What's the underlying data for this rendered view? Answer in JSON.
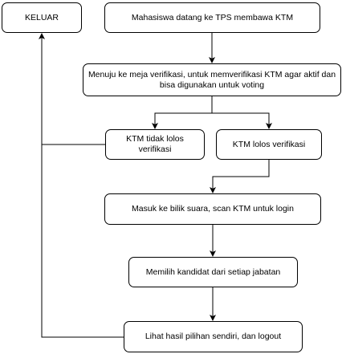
{
  "nodes": {
    "keluar": "KELUAR",
    "datang": "Mahasiswa datang ke TPS membawa KTM",
    "menuju": "Menuju ke meja verifikasi, untuk memverifikasi KTM agar aktif dan bisa digunakan untuk voting",
    "tidak_lolos": "KTM tidak lolos verifikasi",
    "lolos": "KTM lolos verifikasi",
    "bilik": "Masuk ke bilik suara, scan KTM untuk login",
    "pilih": "Memilih kandidat dari setiap jabatan",
    "hasil": "Lihat hasil pilihan sendiri, dan logout"
  },
  "edges": [
    {
      "from": "datang",
      "to": "menuju"
    },
    {
      "from": "menuju",
      "to": "tidak_lolos"
    },
    {
      "from": "menuju",
      "to": "lolos"
    },
    {
      "from": "tidak_lolos",
      "to": "keluar"
    },
    {
      "from": "lolos",
      "to": "bilik"
    },
    {
      "from": "bilik",
      "to": "pilih"
    },
    {
      "from": "pilih",
      "to": "hasil"
    },
    {
      "from": "hasil",
      "to": "keluar"
    }
  ]
}
